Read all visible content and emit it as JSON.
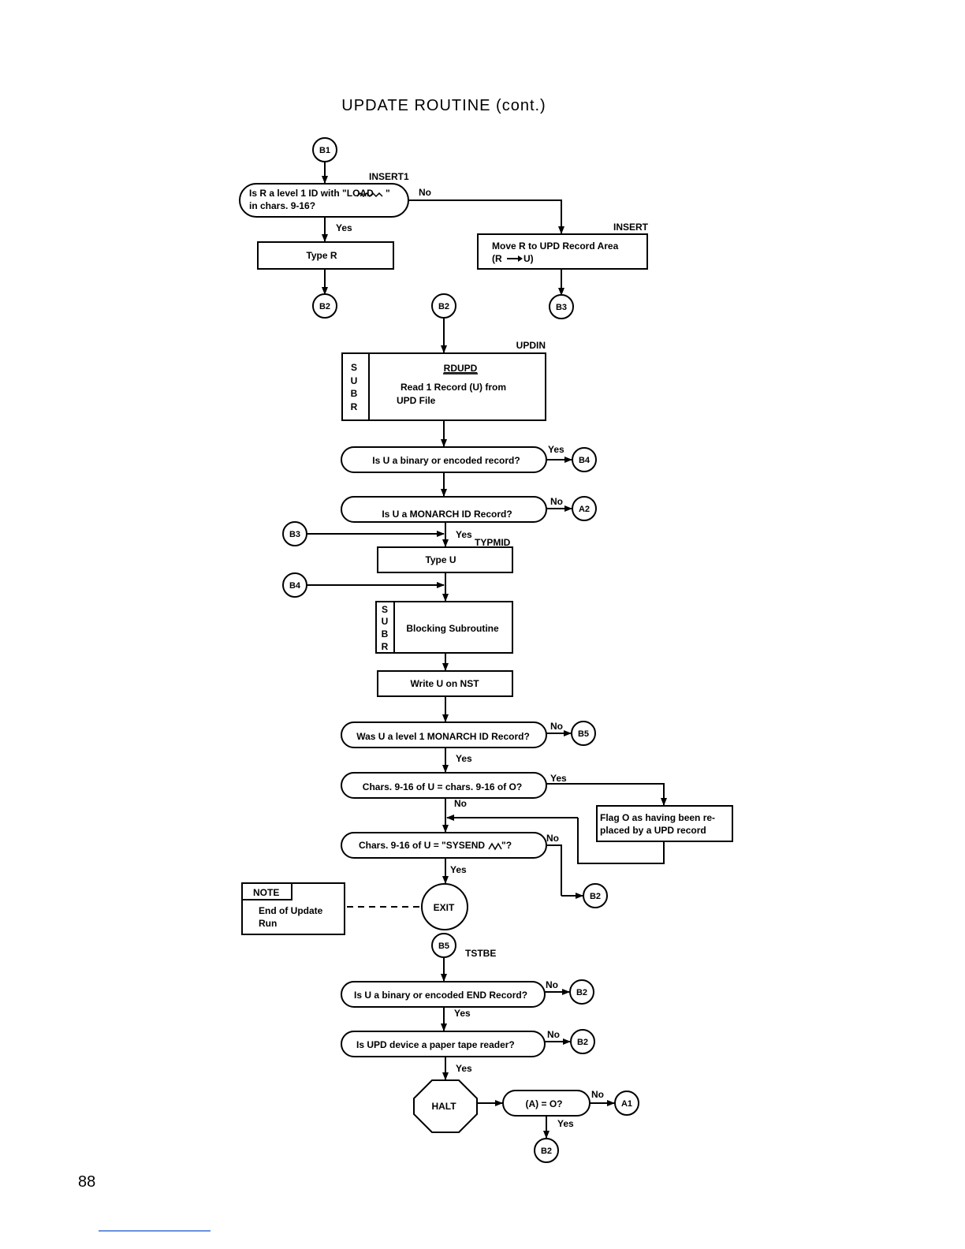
{
  "page": {
    "title": "UPDATE ROUTINE (cont.)",
    "page_number": "88"
  },
  "connectors": {
    "b1_top": "B1",
    "b2_left": "B2",
    "b2_mid": "B2",
    "b3_right": "B3",
    "b4_a": "B4",
    "a2": "A2",
    "b3_in": "B3",
    "b4_in": "B4",
    "b5_a": "B5",
    "b2_c": "B2",
    "b5_b": "B5",
    "b2_d": "B2",
    "b2_e": "B2",
    "a1": "A1",
    "b2_f": "B2"
  },
  "tags": {
    "insert1": "INSERT1",
    "insert": "INSERT",
    "updin": "UPDIN",
    "typmid": "TYPMID",
    "tstbe": "TSTBE"
  },
  "decisions": {
    "d1_l1": "Is R a level 1 ID with \"LOAD",
    "d1_l2": "in chars. 9-16?",
    "d2": "Is U a binary or encoded record?",
    "d3": "Is U a MONARCH ID Record?",
    "d4": "Was U a level 1 MONARCH ID Record?",
    "d5": "Chars. 9-16 of U = chars. 9-16 of O?",
    "d6": "Chars. 9-16 of U = \"SYSEND",
    "d6_end": "\"?",
    "d7": "Is U a binary or encoded END Record?",
    "d8": "Is UPD device a paper tape reader?",
    "d9": "(A) = O?"
  },
  "boxes": {
    "type_r": "Type R",
    "move_l1": "Move R to UPD Record Area",
    "move_l2": "(R",
    "move_l2_end": "U)",
    "rdupd_title": "RDUPD",
    "rdupd_l1": "Read 1 Record (U) from",
    "rdupd_l2": "UPD File",
    "type_u": "Type U",
    "blocking": "Blocking Subroutine",
    "write_u": "Write U on NST",
    "flag_l1": "Flag O as having been re-",
    "flag_l2": "placed by a UPD record",
    "subr": [
      "S",
      "U",
      "B",
      "R"
    ],
    "subr2": [
      "S",
      "U",
      "B",
      "R"
    ]
  },
  "terminals": {
    "exit": "EXIT",
    "halt": "HALT"
  },
  "note": {
    "header": "NOTE",
    "l1": "End of Update",
    "l2": "Run"
  },
  "branch_labels": {
    "d1_no": "No",
    "d1_yes": "Yes",
    "d2_yes": "Yes",
    "d3_no": "No",
    "d3_yes": "Yes",
    "d4_no": "No",
    "d4_yes": "Yes",
    "d5_yes": "Yes",
    "d5_no": "No",
    "d6_no": "No",
    "d6_yes": "Yes",
    "d7_no": "No",
    "d7_yes": "Yes",
    "d8_no": "No",
    "d8_yes": "Yes",
    "d9_no": "No",
    "d9_yes": "Yes"
  }
}
